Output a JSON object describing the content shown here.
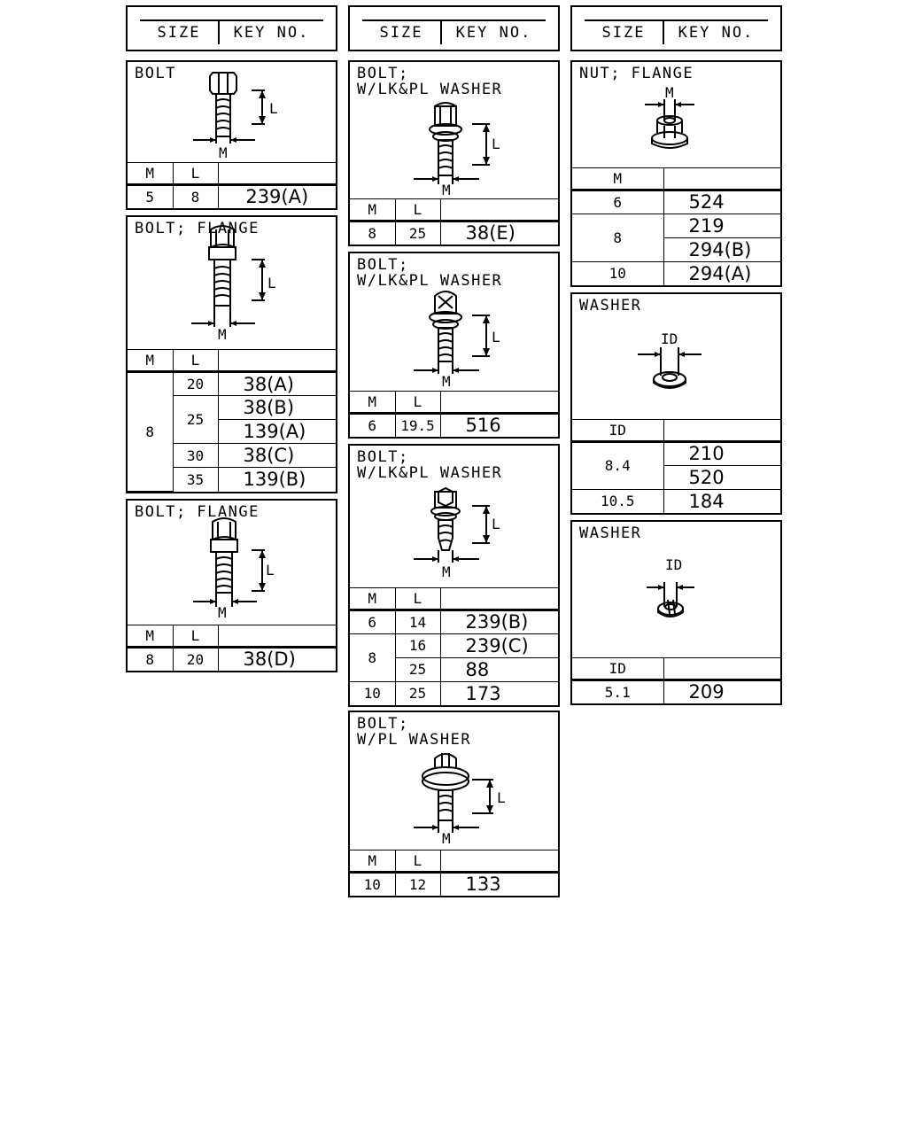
{
  "header": {
    "size_label": "SIZE",
    "key_label": "KEY NO."
  },
  "labels": {
    "M": "M",
    "L": "L",
    "ID": "ID"
  },
  "parts": {
    "bolt": {
      "title": [
        "BOLT"
      ],
      "cols": [
        "M",
        "L"
      ],
      "rows": [
        {
          "m": "5",
          "l": "8",
          "key": "239(A)"
        }
      ]
    },
    "bolt_flange_1": {
      "title": [
        "BOLT; FLANGE"
      ],
      "cols": [
        "M",
        "L"
      ],
      "m": "8",
      "l": [
        "20",
        "25",
        "30",
        "35"
      ],
      "keys": [
        "38(A)",
        "38(B)",
        "139(A)",
        "38(C)",
        "139(B)"
      ]
    },
    "bolt_flange_2": {
      "title": [
        "BOLT; FLANGE"
      ],
      "cols": [
        "M",
        "L"
      ],
      "rows": [
        {
          "m": "8",
          "l": "20",
          "key": "38(D)"
        }
      ]
    },
    "bolt_lk_pl_1": {
      "title": [
        "BOLT;",
        "W/LK&PL WASHER"
      ],
      "cols": [
        "M",
        "L"
      ],
      "rows": [
        {
          "m": "8",
          "l": "25",
          "key": "38(E)"
        }
      ]
    },
    "bolt_lk_pl_2": {
      "title": [
        "BOLT;",
        "W/LK&PL WASHER"
      ],
      "cols": [
        "M",
        "L"
      ],
      "rows": [
        {
          "m": "6",
          "l": "19.5",
          "key": "516"
        }
      ]
    },
    "bolt_lk_pl_3": {
      "title": [
        "BOLT;",
        "W/LK&PL WASHER"
      ],
      "cols": [
        "M",
        "L"
      ],
      "rows": [
        {
          "m": "6",
          "l": "14",
          "key": "239(B)"
        },
        {
          "m": "8",
          "l": "16",
          "key": "239(C)"
        },
        {
          "l": "25",
          "key": "88"
        },
        {
          "m": "10",
          "l": "25",
          "key": "173"
        }
      ]
    },
    "bolt_pl": {
      "title": [
        "BOLT;",
        "W/PL WASHER"
      ],
      "cols": [
        "M",
        "L"
      ],
      "rows": [
        {
          "m": "10",
          "l": "12",
          "key": "133"
        }
      ]
    },
    "nut_flange": {
      "title": [
        "NUT; FLANGE"
      ],
      "cols": [
        "M"
      ],
      "rows": [
        {
          "m": "6",
          "key": "524"
        },
        {
          "m": "8",
          "key": "219"
        },
        {
          "key": "294(B)"
        },
        {
          "m": "10",
          "key": "294(A)"
        }
      ]
    },
    "washer_1": {
      "title": [
        "WASHER"
      ],
      "cols": [
        "ID"
      ],
      "rows": [
        {
          "id": "8.4",
          "key": "210"
        },
        {
          "key": "520"
        },
        {
          "id": "10.5",
          "key": "184"
        }
      ]
    },
    "washer_2": {
      "title": [
        "WASHER"
      ],
      "cols": [
        "ID"
      ],
      "rows": [
        {
          "id": "5.1",
          "key": "209"
        }
      ]
    }
  }
}
